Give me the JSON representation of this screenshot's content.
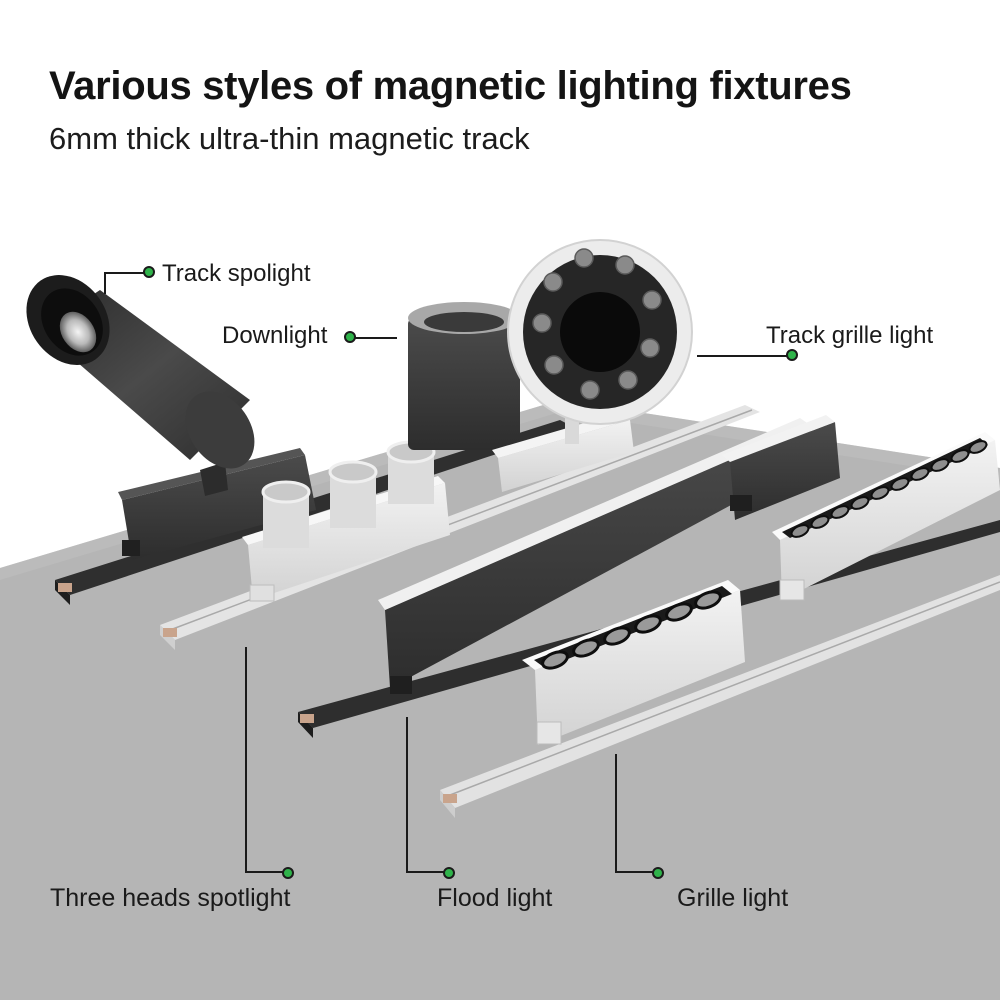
{
  "header": {
    "title": "Various styles of magnetic lighting fixtures",
    "subtitle": "6mm thick ultra-thin magnetic track"
  },
  "colors": {
    "background": "#ffffff",
    "surface": "#b4b4b4",
    "leader_line": "#1a1a1a",
    "marker_dot": "#2fb34a",
    "fixture_black": "#3a3a3a",
    "fixture_white": "#e6e6e6"
  },
  "callouts": {
    "track_spotlight": {
      "label": "Track spolight",
      "icon": "green-dot-marker"
    },
    "downlight": {
      "label": "Downlight",
      "icon": "green-dot-marker"
    },
    "track_grille_light": {
      "label": "Track grille light",
      "icon": "green-dot-marker"
    },
    "three_heads_spotlight": {
      "label": "Three heads spotlight",
      "icon": "green-dot-marker"
    },
    "flood_light": {
      "label": "Flood light",
      "icon": "green-dot-marker"
    },
    "grille_light": {
      "label": "Grille light",
      "icon": "green-dot-marker"
    }
  }
}
